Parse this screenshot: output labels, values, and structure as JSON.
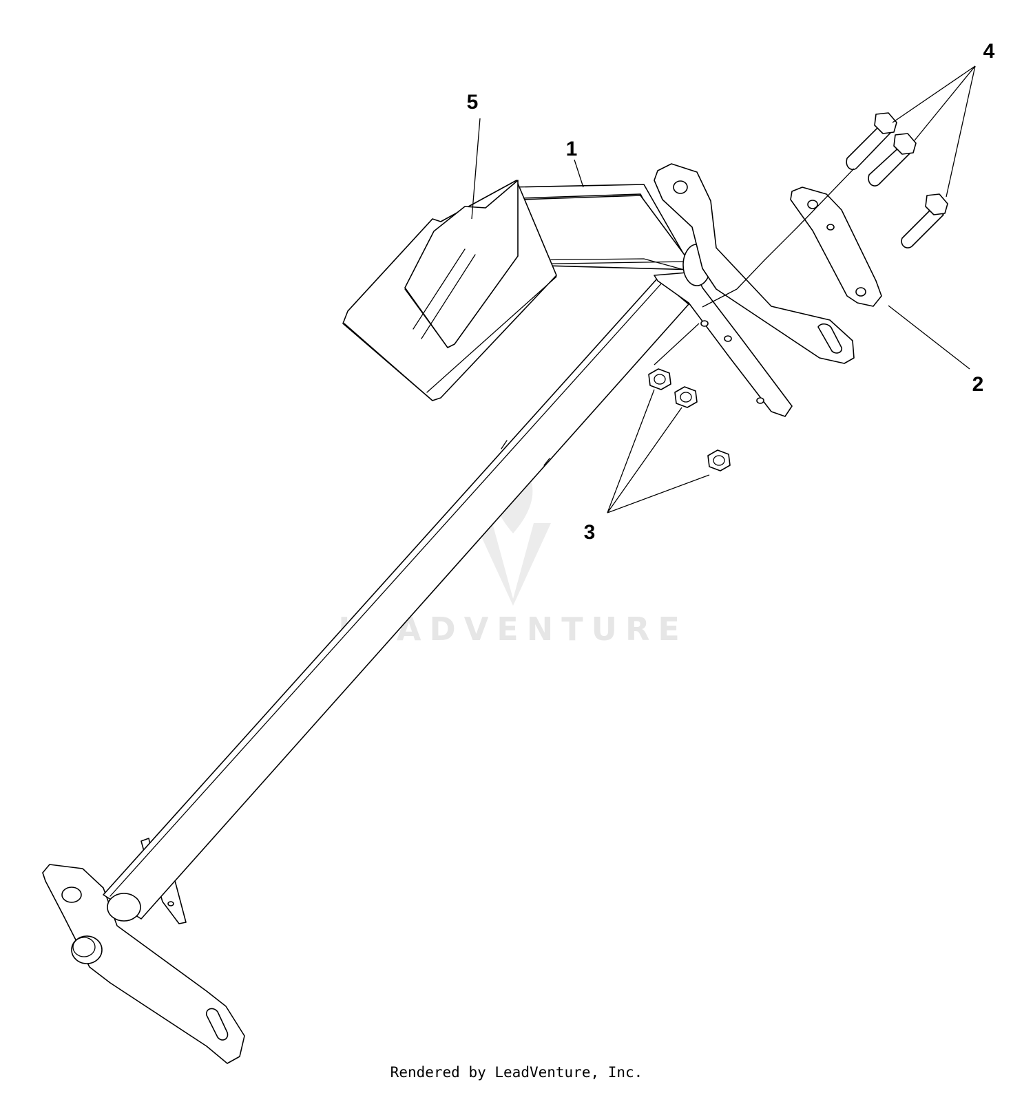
{
  "callouts": [
    {
      "id": "1",
      "label": "1"
    },
    {
      "id": "2",
      "label": "2"
    },
    {
      "id": "3",
      "label": "3"
    },
    {
      "id": "4",
      "label": "4"
    },
    {
      "id": "5",
      "label": "5"
    }
  ],
  "watermark": {
    "text": "LEADVENTURE"
  },
  "footer": {
    "text": "Rendered by LeadVenture, Inc."
  }
}
